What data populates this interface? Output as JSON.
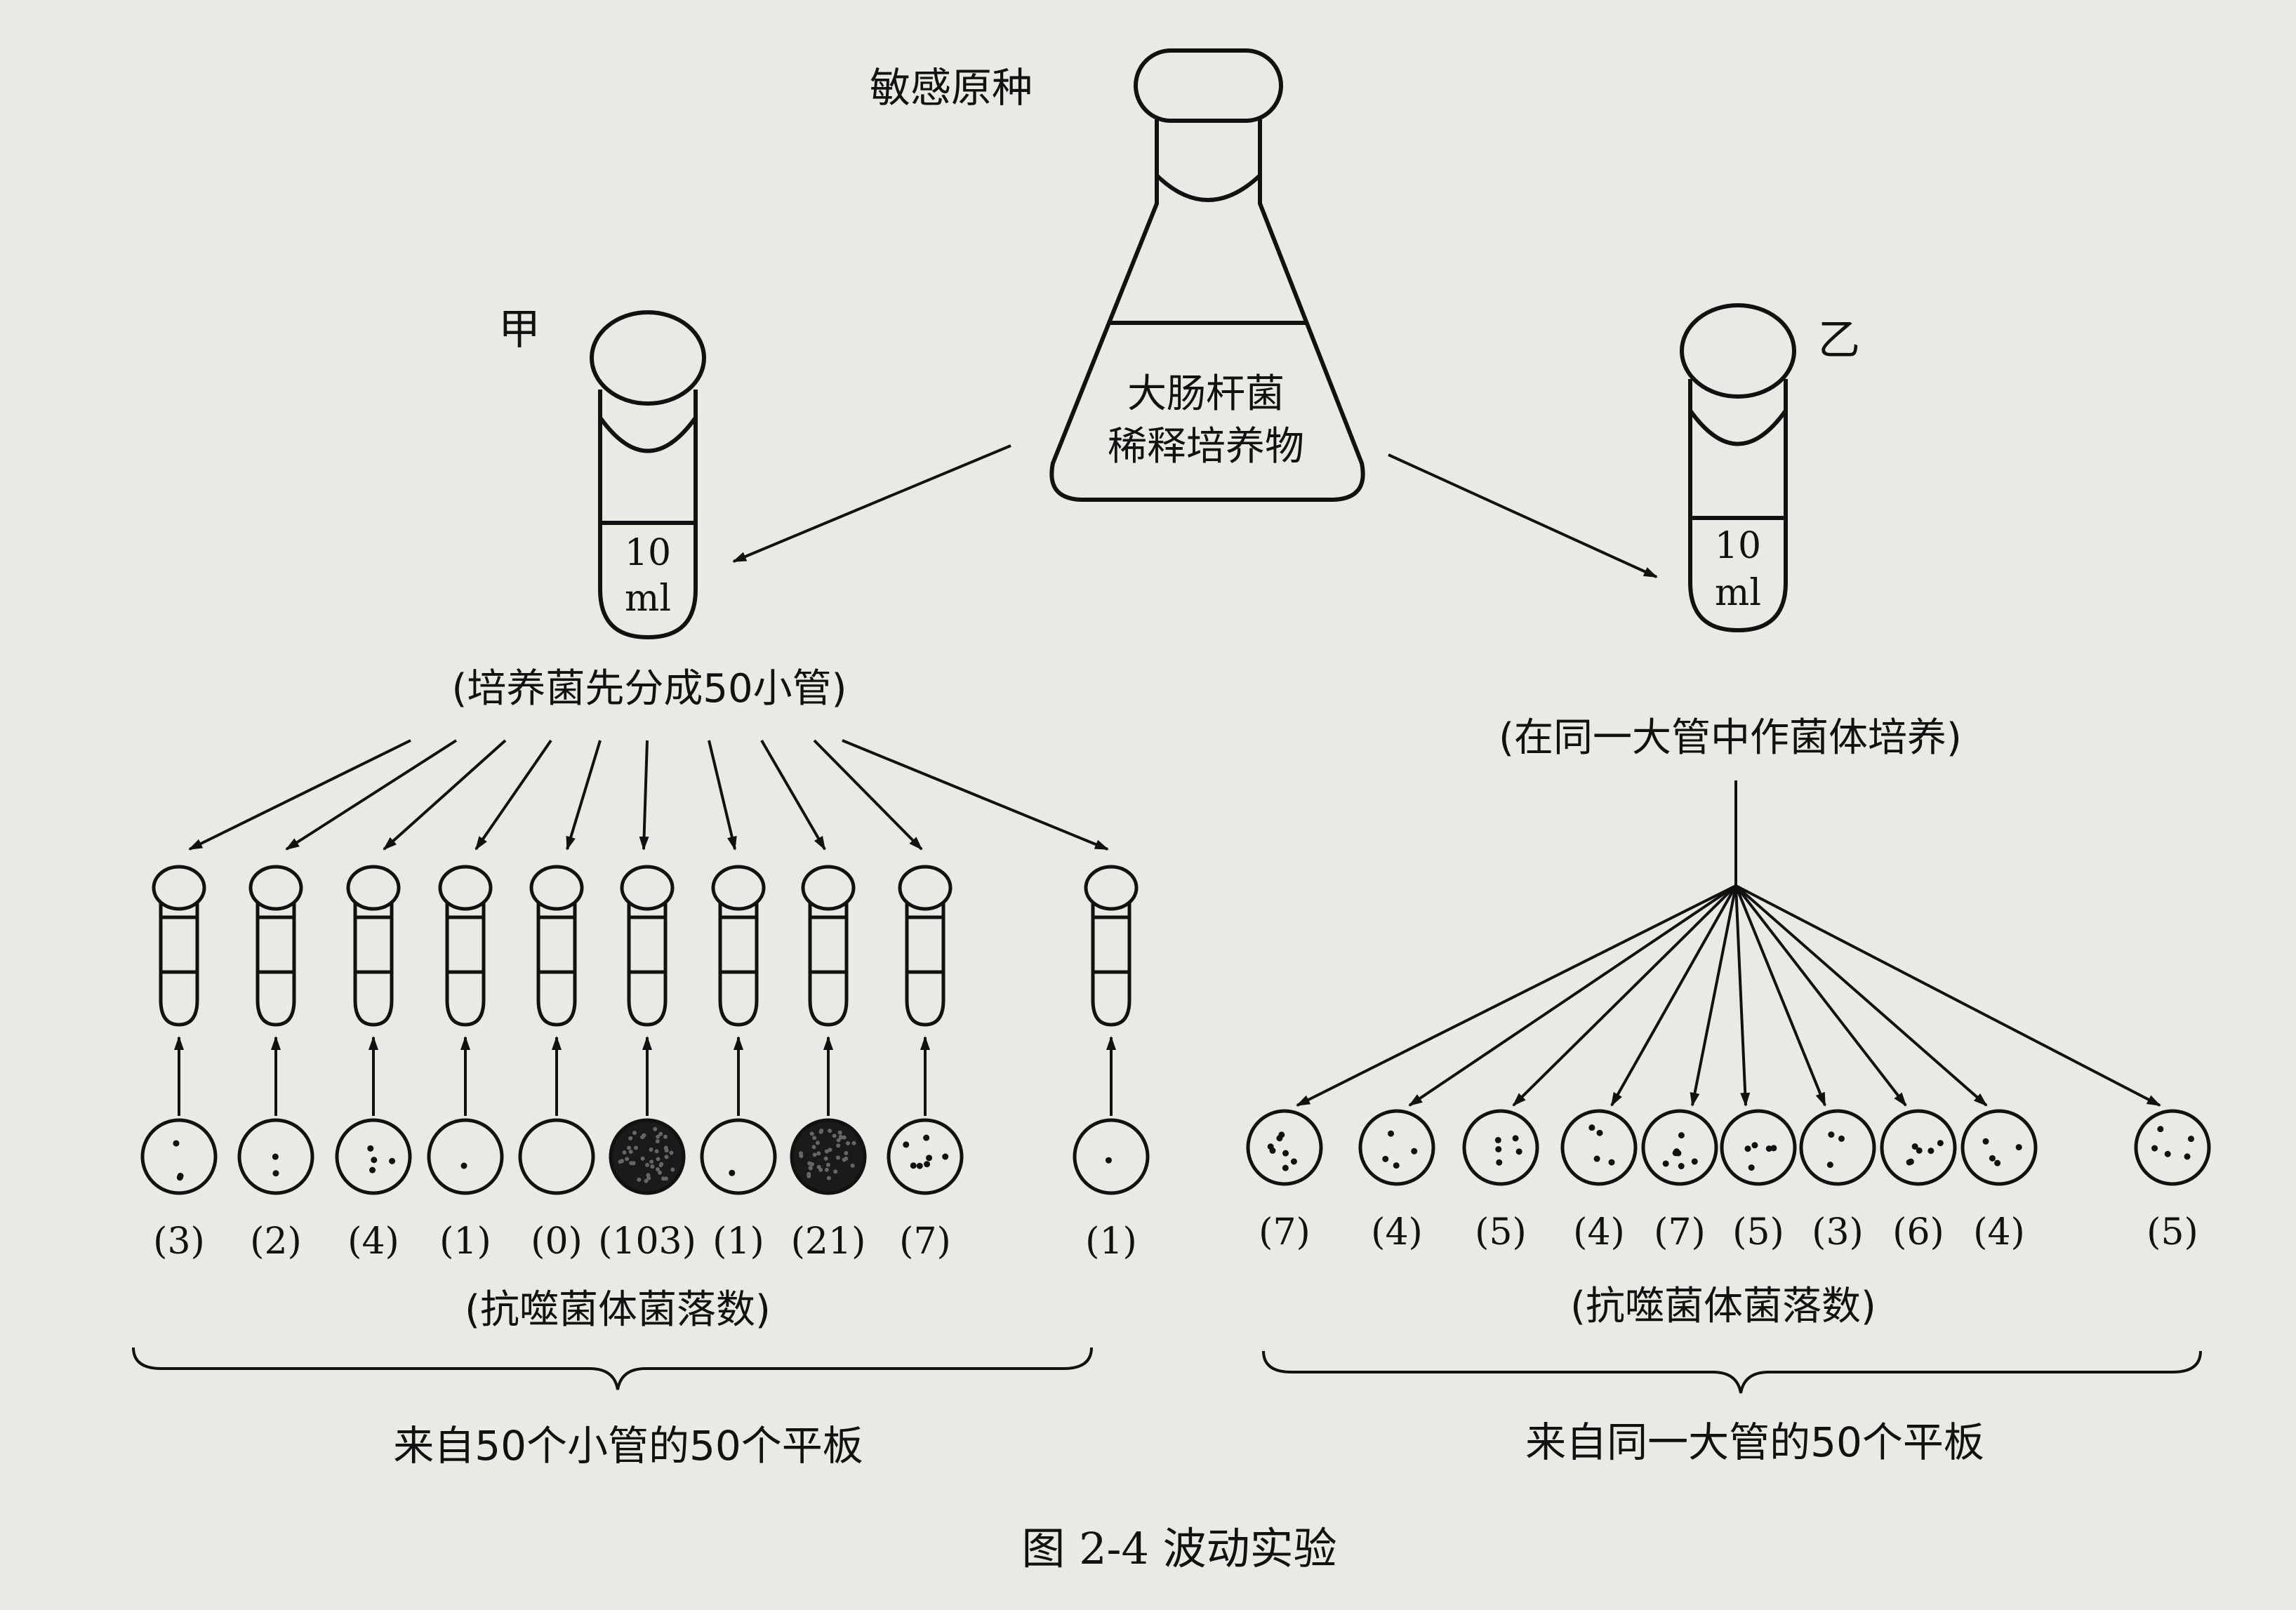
{
  "labels": {
    "source": "敏感原种",
    "flask": [
      "大肠杆菌",
      "稀释培养物"
    ],
    "tube_a_mark": "甲",
    "tube_b_mark": "乙",
    "volume": [
      "10",
      "ml"
    ],
    "tube_a_caption": "(培养菌先分成50小管)",
    "tube_b_caption": "(在同一大管中作菌体培养)",
    "count_label_left": "(抗噬菌体菌落数)",
    "count_label_right": "(抗噬菌体菌落数)",
    "bracket_left": "来自50个小管的50个平板",
    "bracket_right": "来自同一大管的50个平板",
    "figure_caption": "图 2-4    波动实验"
  },
  "left_plates": [
    {
      "count": "(3)",
      "colonies": 3
    },
    {
      "count": "(2)",
      "colonies": 2
    },
    {
      "count": "(4)",
      "colonies": 4
    },
    {
      "count": "(1)",
      "colonies": 1
    },
    {
      "count": "(0)",
      "colonies": 0
    },
    {
      "count": "(103)",
      "colonies": 103
    },
    {
      "count": "(1)",
      "colonies": 1
    },
    {
      "count": "(21)",
      "colonies": 21
    },
    {
      "count": "(7)",
      "colonies": 7
    },
    {
      "count": "(1)",
      "colonies": 1
    }
  ],
  "right_plates": [
    {
      "count": "(7)",
      "colonies": 7
    },
    {
      "count": "(4)",
      "colonies": 4
    },
    {
      "count": "(5)",
      "colonies": 5
    },
    {
      "count": "(4)",
      "colonies": 4
    },
    {
      "count": "(7)",
      "colonies": 7
    },
    {
      "count": "(5)",
      "colonies": 5
    },
    {
      "count": "(3)",
      "colonies": 3
    },
    {
      "count": "(6)",
      "colonies": 6
    },
    {
      "count": "(4)",
      "colonies": 4
    },
    {
      "count": "(5)",
      "colonies": 5
    }
  ],
  "colors": {
    "ink": "#111111",
    "paper": "#ebe9e4",
    "dense": "#1a1a1a"
  }
}
